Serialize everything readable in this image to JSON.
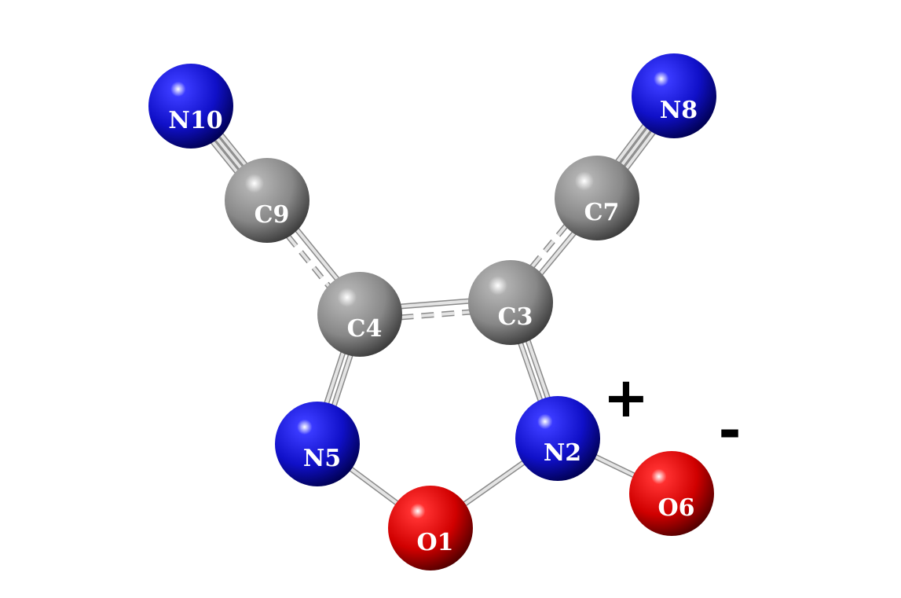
{
  "diagram": {
    "atoms": [
      {
        "id": "N10",
        "element": "N"
      },
      {
        "id": "N8",
        "element": "N"
      },
      {
        "id": "C9",
        "element": "C"
      },
      {
        "id": "C7",
        "element": "C"
      },
      {
        "id": "C4",
        "element": "C"
      },
      {
        "id": "C3",
        "element": "C"
      },
      {
        "id": "N5",
        "element": "N"
      },
      {
        "id": "N2",
        "element": "N"
      },
      {
        "id": "O1",
        "element": "O"
      },
      {
        "id": "O6",
        "element": "O"
      }
    ],
    "bonds": [
      {
        "a": "N10",
        "b": "C9",
        "type": "triple"
      },
      {
        "a": "N8",
        "b": "C7",
        "type": "triple"
      },
      {
        "a": "C9",
        "b": "C4",
        "type": "partial"
      },
      {
        "a": "C7",
        "b": "C3",
        "type": "partial"
      },
      {
        "a": "C4",
        "b": "C3",
        "type": "partial"
      },
      {
        "a": "C4",
        "b": "N5",
        "type": "double"
      },
      {
        "a": "C3",
        "b": "N2",
        "type": "double"
      },
      {
        "a": "N5",
        "b": "O1",
        "type": "single"
      },
      {
        "a": "O1",
        "b": "N2",
        "type": "single"
      },
      {
        "a": "N2",
        "b": "O6",
        "type": "single"
      }
    ],
    "charges": {
      "plus": "+",
      "minus": "-"
    },
    "colors": {
      "N": "#1010d8",
      "C": "#8c8c8c",
      "O": "#e00000",
      "bond": "#c8c8c8"
    }
  }
}
